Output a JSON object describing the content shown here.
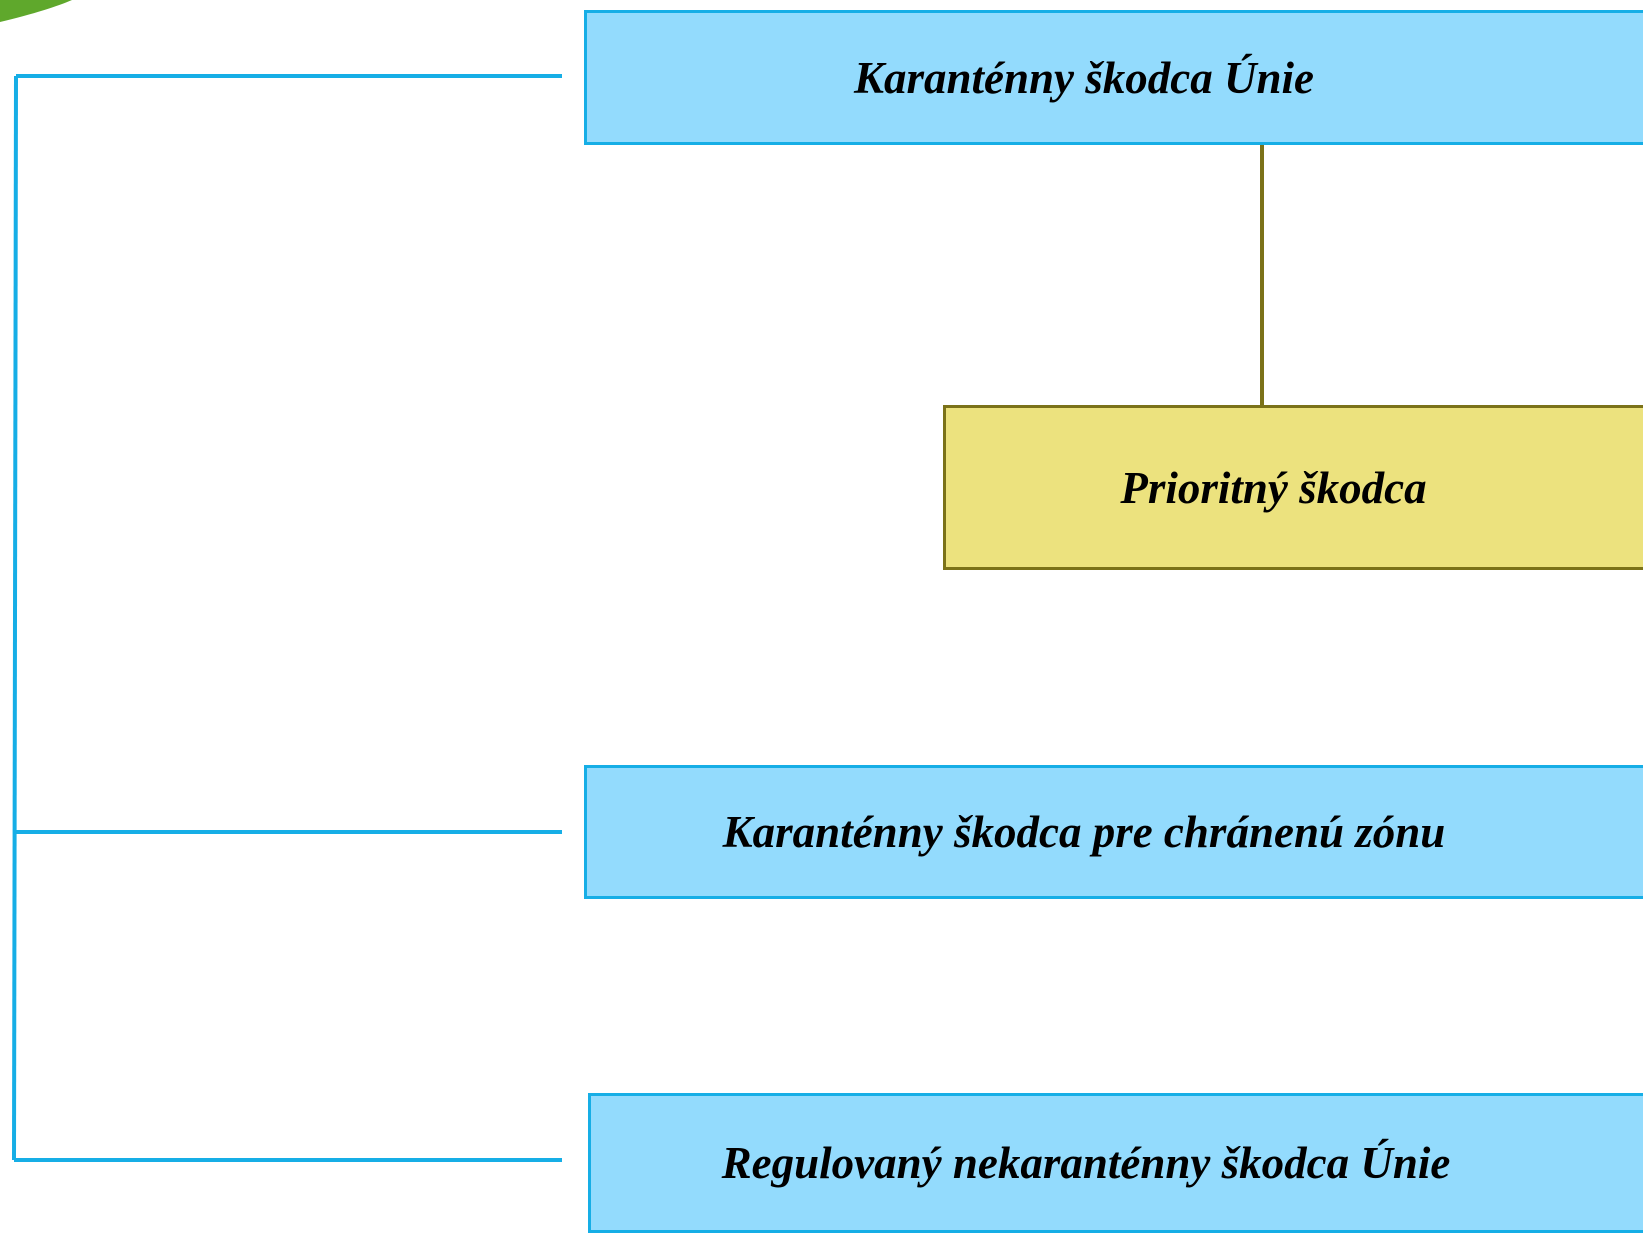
{
  "nodes": {
    "union_quarantine_pest": "Karanténny škodca Únie",
    "priority_pest": "Prioritný škodca",
    "protected_zone_quarantine_pest": "Karanténny škodca pre chránenú zónu",
    "union_regulated_non_quarantine_pest": "Regulovaný nekaranténny škodca Únie"
  },
  "colors": {
    "blue_fill": "#93dbfd",
    "blue_border": "#16aee6",
    "yellow_fill": "#ece27e",
    "yellow_border": "#7b7219",
    "leaf_green": "#5fa82c"
  },
  "icons": {
    "corner_decoration": "green-leaf-decoration"
  }
}
